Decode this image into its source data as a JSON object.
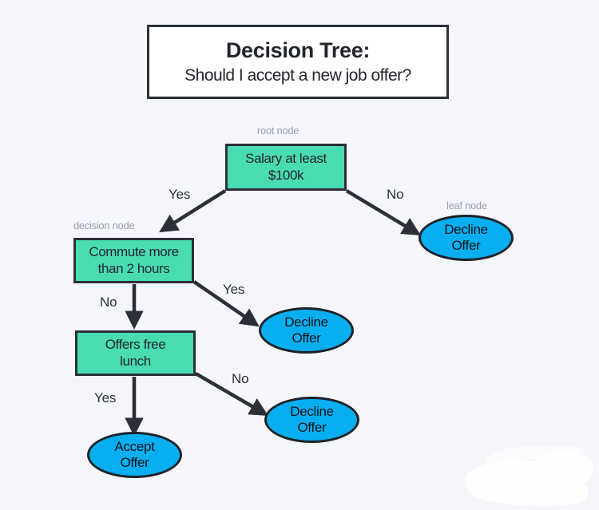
{
  "diagram": {
    "type": "decision-tree",
    "background_color": "#f5f6fc",
    "title": {
      "main": "Decision Tree:",
      "subtitle": "Should I accept a new job offer?"
    },
    "colors": {
      "decision_node_fill": "#49dcb1",
      "leaf_node_fill": "#07aef0",
      "stroke": "#2b3038",
      "annotation_text": "#9aa0ad",
      "title_card_fill": "#ffffff"
    },
    "annotations": [
      {
        "id": "root-note",
        "text": "root node"
      },
      {
        "id": "leaf-note",
        "text": "leaf node"
      },
      {
        "id": "decision-note",
        "text": "decision node"
      }
    ],
    "nodes": [
      {
        "id": "root",
        "kind": "decision",
        "line1": "Salary at least",
        "line2": "$100k"
      },
      {
        "id": "commute",
        "kind": "decision",
        "line1": "Commute more",
        "line2": "than 2 hours"
      },
      {
        "id": "lunch",
        "kind": "decision",
        "line1": "Offers free",
        "line2": "lunch"
      },
      {
        "id": "decline-1",
        "kind": "leaf",
        "line1": "Decline",
        "line2": "Offer"
      },
      {
        "id": "decline-2",
        "kind": "leaf",
        "line1": "Decline",
        "line2": "Offer"
      },
      {
        "id": "decline-3",
        "kind": "leaf",
        "line1": "Decline",
        "line2": "Offer"
      },
      {
        "id": "accept",
        "kind": "leaf",
        "line1": "Accept",
        "line2": "Offer"
      }
    ],
    "edges": [
      {
        "id": "root-yes",
        "from": "root",
        "to": "commute",
        "label": "Yes"
      },
      {
        "id": "root-no",
        "from": "root",
        "to": "decline-1",
        "label": "No"
      },
      {
        "id": "commute-yes",
        "from": "commute",
        "to": "decline-2",
        "label": "Yes"
      },
      {
        "id": "commute-no",
        "from": "commute",
        "to": "lunch",
        "label": "No"
      },
      {
        "id": "lunch-no",
        "from": "lunch",
        "to": "decline-3",
        "label": "No"
      },
      {
        "id": "lunch-yes",
        "from": "lunch",
        "to": "accept",
        "label": "Yes"
      }
    ]
  }
}
